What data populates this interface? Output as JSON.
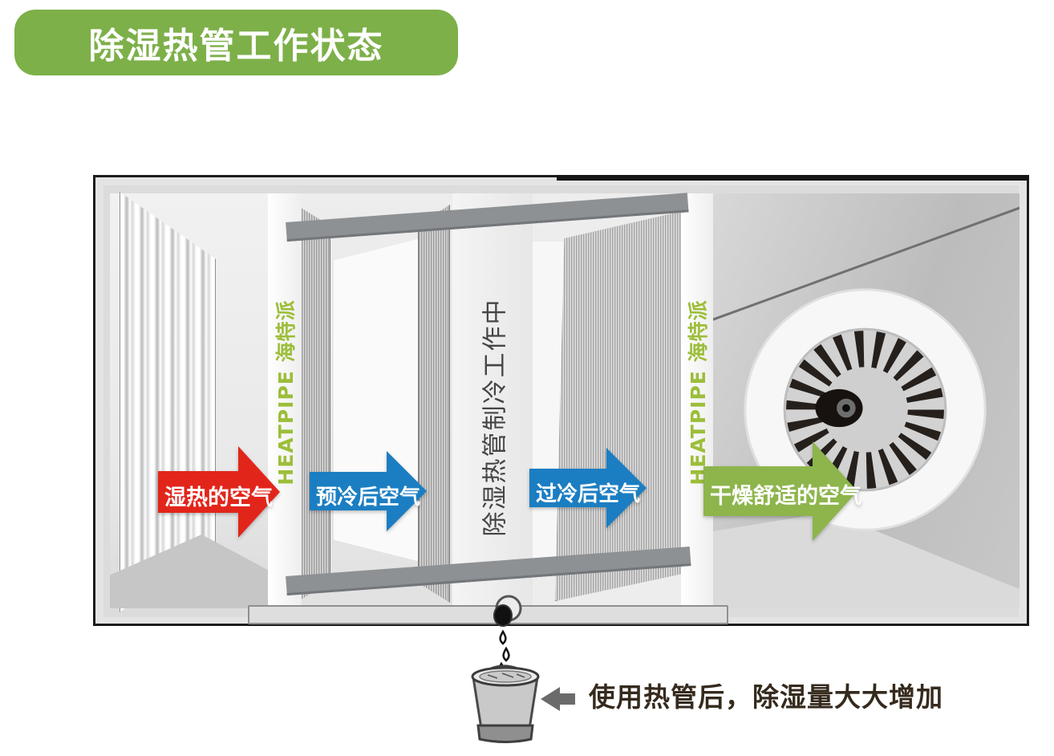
{
  "title": {
    "label": "除湿热管工作状态"
  },
  "unit": {
    "pillar_left_label": "HEATPIPE 海特派",
    "pillar_right_label": "HEATPIPE 海特派",
    "center_status": "除湿热管制冷工作中"
  },
  "flow_arrows": {
    "hot_humid": {
      "label": "湿热的空气",
      "color": "#e2251b"
    },
    "precooled": {
      "label": "预冷后空气",
      "color": "#1b7ec2"
    },
    "subcooled": {
      "label": "过冷后空气",
      "color": "#1b7ec2"
    },
    "dry_comfort": {
      "label": "干燥舒适的空气",
      "color": "#8db54c"
    }
  },
  "footnote": {
    "label": "使用热管后，除湿量大大增加"
  },
  "colors": {
    "banner_green": "#7db049",
    "heatpipe_label_green": "#9cbe3a",
    "support_bar_gray": "#8e9194",
    "cabinet_border": "#1c1c1c",
    "note_arrow_gray": "#6b6b6b"
  }
}
